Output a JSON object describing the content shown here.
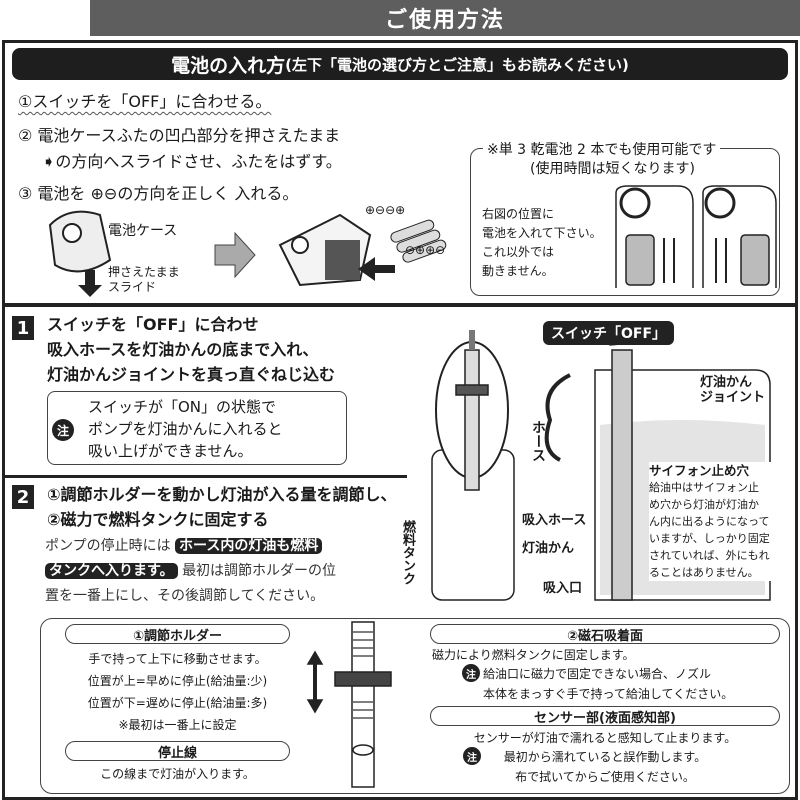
{
  "title": "ご使用方法",
  "battery": {
    "heading": "電池の入れ方",
    "heading_note": "(左下「電池の選び方とご注意」もお読みください)",
    "steps": [
      "①スイッチを「OFF」に合わせる。",
      "② 電池ケースふたの凹凸部分を押さえたまま",
      "➧の方向へスライドさせ、ふたをはずす。",
      "③ 電池を ⊕⊖の方向を正しく 入れる。"
    ],
    "label_case": "電池ケース",
    "label_slide1": "押さえたまま",
    "label_slide2": "スライド",
    "polarity_top": "⊕⊖⊖⊕",
    "polarity_bottom": "⊖⊕⊕⊖",
    "aa_note_1": "※単 3 乾電池 2 本でも使用可能です",
    "aa_note_2": "(使用時間は短くなります)",
    "aa_body": [
      "右図の位置に",
      "電池を入れて下さい。",
      "これ以外では",
      "動きません。"
    ]
  },
  "step1": {
    "num": "1",
    "lines": [
      "スイッチを「OFF」に合わせ",
      "吸入ホースを灯油かんの底まで入れ、",
      "灯油かんジョイントを真っ直ぐねじ込む"
    ],
    "warn_icon": "注",
    "warn": [
      "スイッチが「ON」の状態で",
      "ポンプを灯油かんに入れると",
      "吸い上げができません。"
    ]
  },
  "step2": {
    "num": "2",
    "lines": [
      "①調節ホルダーを動かし灯油が入る量を調節し、",
      "②磁力で燃料タンクに固定する"
    ],
    "body_a": "ポンプの停止時には",
    "hl_a": "ホース内の灯油も燃料",
    "hl_b": "タンクへ入ります。",
    "body_b": "最初は調節ホルダーの位",
    "body_c": "置を一番上にし、その後調節してください。"
  },
  "diagram": {
    "switch_off": "スイッチ「OFF」",
    "can_joint": [
      "灯油かん",
      "ジョイント"
    ],
    "hose": "ホース",
    "fuel_tank": "燃料タンク",
    "siphon_title": "サイフォン止め穴",
    "siphon_body": [
      "給油中はサイフォン止",
      "め穴から灯油が灯油か",
      "ん内に出るようになって",
      "いますが、しっかり固定",
      "されていれば、外にもれ",
      "ることはありません。"
    ],
    "suction_hose": "吸入ホース",
    "kerosene_can": "灯油かん",
    "inlet": "吸入口"
  },
  "lower": {
    "holder_title": "①調節ホルダー",
    "holder_body": [
      "手で持って上下に移動させます。",
      "位置が上=早めに停止(給油量:少)",
      "位置が下=遅めに停止(給油量:多)",
      "※最初は一番上に設定"
    ],
    "stop_title": "停止線",
    "stop_body": "この線まで灯油が入ります。",
    "magnet_title": "②磁石吸着面",
    "magnet_body": "磁力により燃料タンクに固定します。",
    "magnet_note": [
      "給油口に磁力で固定できない場合、ノズル",
      "本体をまっすぐ手で持って給油してください。"
    ],
    "sensor_title": "センサー部(液面感知部)",
    "sensor_body": "センサーが灯油で濡れると感知して止まります。",
    "sensor_note": [
      "最初から濡れていると誤作動します。",
      "布で拭いてからご使用ください。"
    ]
  }
}
